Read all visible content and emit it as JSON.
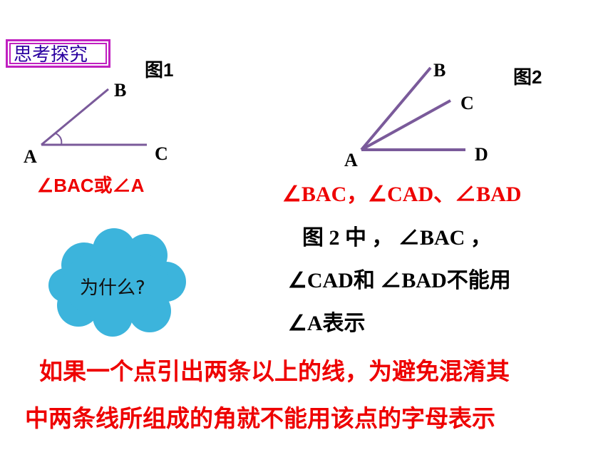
{
  "badge": "思考探究",
  "fig1": {
    "title": "图1",
    "labels": {
      "a": "A",
      "b": "B",
      "c": "C"
    },
    "caption": "∠BAC或∠A"
  },
  "fig2": {
    "title": "图2",
    "labels": {
      "a": "A",
      "b": "B",
      "c": "C",
      "d": "D"
    },
    "caption": "∠BAC，∠CAD、∠BAD"
  },
  "cloud": "为什么?",
  "explanation": {
    "line1": "图 2 中 ， ∠BAC ，",
    "line2": "∠CAD和 ∠BAD不能用",
    "line3": "∠A表示"
  },
  "conclusion": {
    "line1": "如果一个点引出两条以上的线，为避免混淆其",
    "line2": "中两条线所组成的角就不能用该点的字母表示"
  },
  "colors": {
    "line": "#7a5a9a",
    "accent_red": "#ee0000",
    "badge_border": "#c020c0",
    "cloud": "#3cb4dc"
  }
}
